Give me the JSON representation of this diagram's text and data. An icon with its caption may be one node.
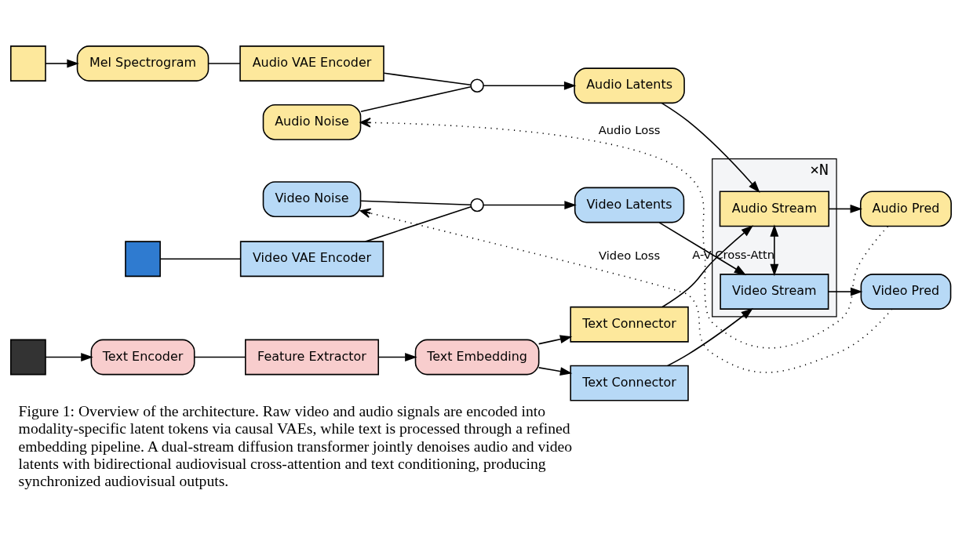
{
  "diagram": {
    "caption": "Figure 1: Overview of the architecture. Raw video and audio signals are encoded into modality-specific latent tokens via causal VAEs, while text is processed through a refined embedding pipeline. A dual-stream diffusion transformer jointly denoises audio and video latents with bidirectional audiovisual cross-attention and text conditioning, producing synchronized audiovisual outputs.",
    "nodes": [
      {
        "text": [],
        "shape": "box"
      },
      {
        "text": [
          "Mel Spectrogram"
        ]
      },
      {
        "text": [
          "Audio VAE Encoder"
        ]
      },
      {
        "text": [],
        "shape": "circle"
      },
      {
        "text": [
          "Audio Noise"
        ]
      },
      {
        "text": [
          "Audio Latents"
        ]
      },
      {
        "text": [
          "×N"
        ]
      },
      {
        "text": [
          "Audio Stream"
        ],
        "in": 6
      },
      {
        "text": [
          "Video Stream"
        ],
        "in": 6
      },
      {
        "text": [
          "Audio Pred"
        ]
      },
      {
        "text": [],
        "shape": "box"
      },
      {
        "text": [
          "Text Encoder"
        ]
      },
      {
        "text": [
          "Feature Extractor"
        ]
      },
      {
        "text": [
          "Text Embedding"
        ]
      },
      {
        "text": [
          "Text Connector"
        ]
      },
      {
        "text": [
          "Text Connector"
        ]
      },
      {
        "text": [],
        "shape": "box"
      },
      {
        "text": [
          "Video VAE Encoder"
        ]
      },
      {
        "text": [],
        "shape": "circle"
      },
      {
        "text": [
          "Video Noise"
        ]
      },
      {
        "text": [
          "Video Latents"
        ]
      },
      {
        "text": [
          "Video Pred"
        ]
      }
    ],
    "edges": [
      {
        "from": 0,
        "to": 1,
        "arrow": "to"
      },
      {
        "from": 1,
        "to": 2,
        "arrow": "none"
      },
      {
        "from": 2,
        "to": 3,
        "arrow": "none"
      },
      {
        "from": 4,
        "to": 3,
        "arrow": "none"
      },
      {
        "from": 3,
        "to": 5,
        "arrow": "to"
      },
      {
        "from": 5,
        "to": 7,
        "arrow": "to"
      },
      {
        "from": 7,
        "to": 9,
        "arrow": "to"
      },
      {
        "from": 9,
        "to": 4,
        "arrow": "to",
        "label": "Audio Loss",
        "style": "dashed"
      },
      {
        "from": 10,
        "to": 11,
        "arrow": "to"
      },
      {
        "from": 11,
        "to": 12,
        "arrow": "none"
      },
      {
        "from": 12,
        "to": 13,
        "arrow": "to"
      },
      {
        "from": 13,
        "to": 14,
        "arrow": "to"
      },
      {
        "from": 13,
        "to": 15,
        "arrow": "to"
      },
      {
        "from": 14,
        "to": 7,
        "arrow": "to"
      },
      {
        "from": 15,
        "to": 8,
        "arrow": "to"
      },
      {
        "from": 7,
        "to": 8,
        "arrow": "both",
        "label": "A-V Cross-Attn"
      },
      {
        "from": 16,
        "to": 17,
        "arrow": "none"
      },
      {
        "from": 17,
        "to": 18,
        "arrow": "none"
      },
      {
        "from": 19,
        "to": 18,
        "arrow": "none"
      },
      {
        "from": 18,
        "to": 20,
        "arrow": "to"
      },
      {
        "from": 20,
        "to": 8,
        "arrow": "to"
      },
      {
        "from": 8,
        "to": 21,
        "arrow": "to"
      },
      {
        "from": 21,
        "to": 19,
        "arrow": "to",
        "label": "Video Loss",
        "style": "dashed"
      }
    ]
  }
}
